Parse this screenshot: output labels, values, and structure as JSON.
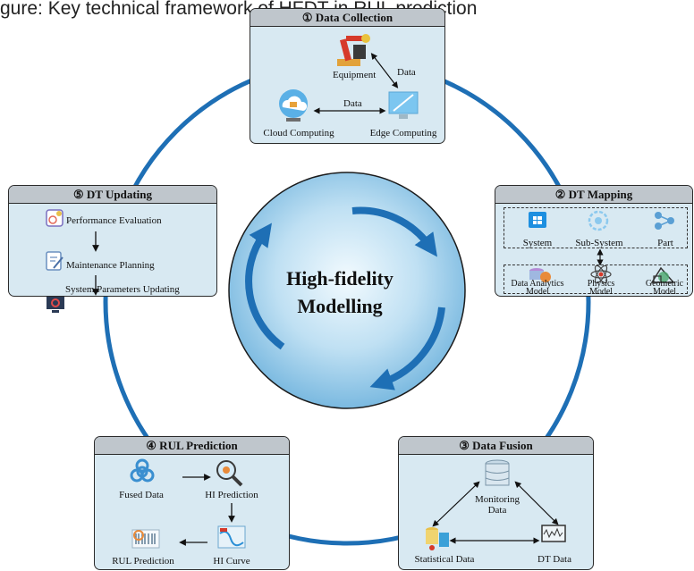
{
  "caption": "gure: Key technical framework of HFDT in RUL prediction",
  "center": {
    "line1": "High-fidelity",
    "line2": "Modelling"
  },
  "panels": {
    "collection": {
      "title": "① Data Collection",
      "equipment": "Equipment",
      "data_a": "Data",
      "data_b": "Data",
      "cloud": "Cloud Computing",
      "edge": "Edge Computing"
    },
    "mapping": {
      "title": "② DT Mapping",
      "system": "System",
      "subsystem": "Sub-System",
      "part": "Part",
      "analytics_1": "Data Analytics",
      "analytics_2": "Model",
      "physics_1": "Physics",
      "physics_2": "Model",
      "geometric_1": "Geometric",
      "geometric_2": "Model"
    },
    "fusion": {
      "title": "③ Data Fusion",
      "monitoring_1": "Monitoring",
      "monitoring_2": "Data",
      "statistical": "Statistical Data",
      "dt_data": "DT  Data"
    },
    "rul": {
      "title": "④ RUL Prediction",
      "fused": "Fused Data",
      "hi_pred": "HI Prediction",
      "hi_curve": "HI Curve",
      "rul_pred": "RUL Prediction"
    },
    "updating": {
      "title": "⑤ DT Updating",
      "perf": "Performance Evaluation",
      "maint": "Maintenance Planning",
      "params": "System Parameters Updating"
    }
  },
  "colors": {
    "ring": "#1e6fb5",
    "panel_bg": "#d8e9f2",
    "title_bar": "#bfc6cc",
    "circle_edge": "#8fc6e6",
    "circle_center": "#d4ecf8"
  }
}
